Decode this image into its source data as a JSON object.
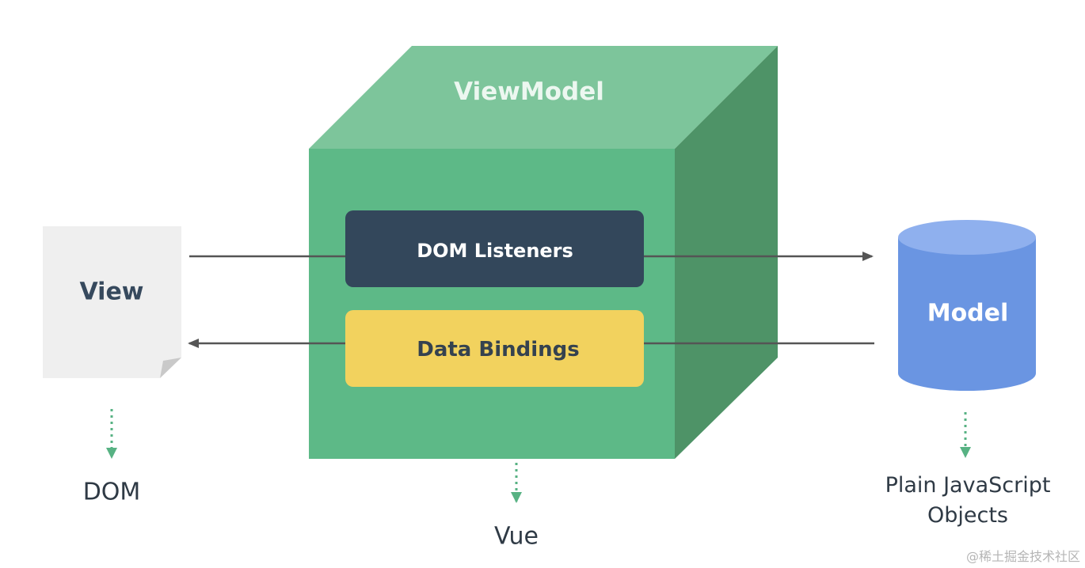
{
  "viewmodel": {
    "title": "ViewModel",
    "listeners_label": "DOM Listeners",
    "bindings_label": "Data Bindings",
    "caption": "Vue"
  },
  "view": {
    "label": "View",
    "caption": "DOM"
  },
  "model": {
    "label": "Model",
    "caption_line1": "Plain JavaScript",
    "caption_line2": "Objects"
  },
  "watermark": "@稀土掘金技术社区",
  "colors": {
    "cube_front": "#5db987",
    "cube_top": "#7dc59b",
    "cube_side": "#4e9367",
    "listeners_box": "#33475b",
    "bindings_box": "#f2d25e",
    "model_cylinder": "#6a95e2",
    "model_cylinder_top": "#8fb0ee",
    "view_page": "#efefef",
    "arrow": "#555555",
    "dotted_arrow": "#57b283"
  }
}
